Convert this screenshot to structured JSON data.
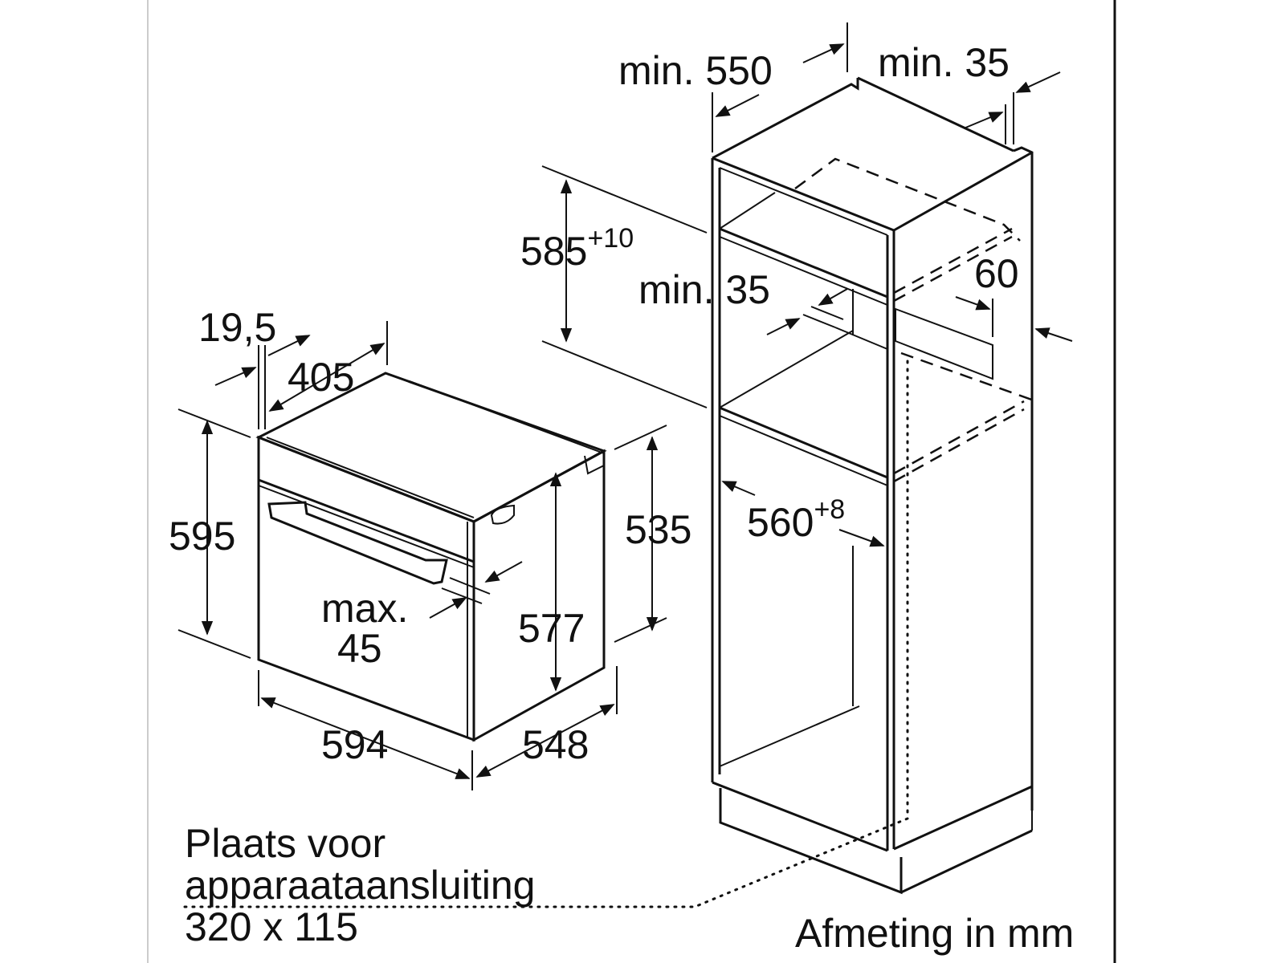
{
  "labels": {
    "cab_depth": "min. 550",
    "cab_back_gap": "min. 35",
    "niche_height": "585",
    "niche_height_tol": "+10",
    "shelf_gap": "min. 35",
    "vent": "60",
    "panel_depth": "19,5",
    "oven_top_depth": "405",
    "oven_height": "595",
    "side_height": "535",
    "handle_max": "max.",
    "handle_max_val": "45",
    "inner_height": "577",
    "oven_width": "594",
    "oven_depth": "548",
    "niche_width": "560",
    "niche_width_tol": "+8",
    "connection_line1": "Plaats voor",
    "connection_line2": "apparaataansluiting",
    "connection_line3": "320 x 115",
    "units": "Afmeting in mm"
  }
}
